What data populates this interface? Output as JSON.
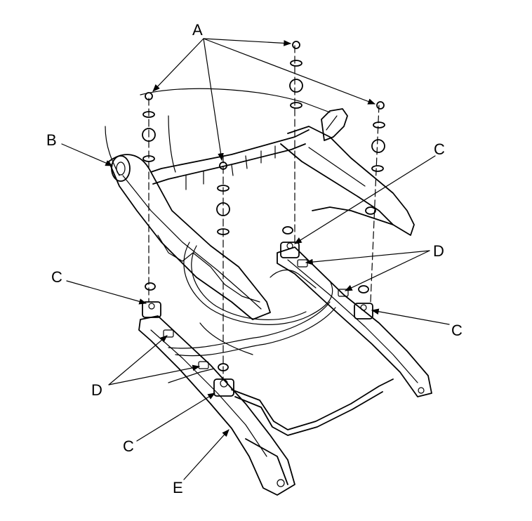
{
  "labels": {
    "a": "A",
    "b": "B",
    "c1": "C",
    "c2": "C",
    "c3": "C",
    "c4": "C",
    "d1": "D",
    "d2": "D",
    "e": "E"
  }
}
